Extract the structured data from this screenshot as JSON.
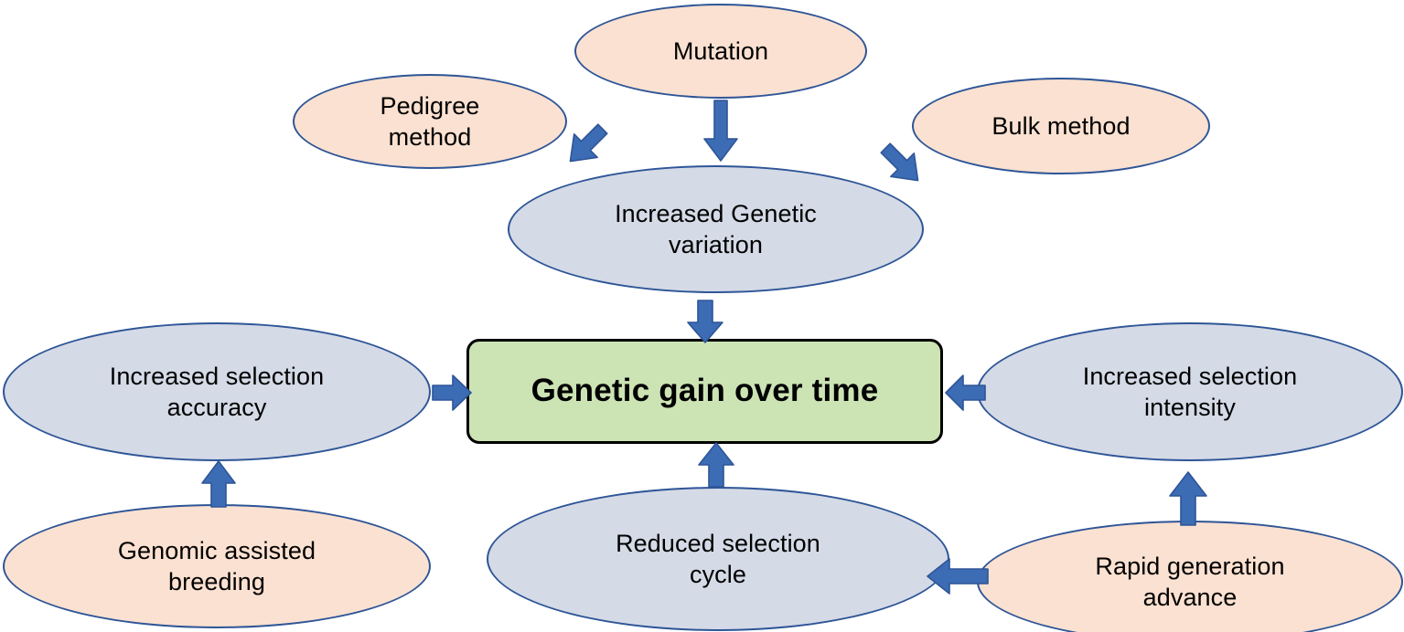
{
  "diagram": {
    "title": "Genetic gain over time",
    "colors": {
      "peach_fill": "#FBE1D1",
      "blue_gray_fill": "#D4DAE6",
      "green_fill": "#CCE3B4",
      "ellipse_border": "#2E5597",
      "box_border": "#000000",
      "arrow_fill": "#3C6CB4",
      "arrow_stroke": "#2E5597",
      "background": "#FFFFFF"
    },
    "nodes": [
      {
        "id": "mutation",
        "label": "Mutation",
        "shape": "ellipse",
        "fill": "peach"
      },
      {
        "id": "pedigree-method",
        "label": "Pedigree\nmethod",
        "shape": "ellipse",
        "fill": "peach"
      },
      {
        "id": "bulk-method",
        "label": "Bulk method",
        "shape": "ellipse",
        "fill": "peach"
      },
      {
        "id": "increased-genetic-variation",
        "label": "Increased Genetic\nvariation",
        "shape": "ellipse",
        "fill": "blue-gray"
      },
      {
        "id": "genetic-gain-over-time",
        "label": "Genetic gain over time",
        "shape": "rounded-rectangle",
        "fill": "green"
      },
      {
        "id": "increased-selection-accuracy",
        "label": "Increased selection\naccuracy",
        "shape": "ellipse",
        "fill": "blue-gray"
      },
      {
        "id": "increased-selection-intensity",
        "label": "Increased selection\nintensity",
        "shape": "ellipse",
        "fill": "blue-gray"
      },
      {
        "id": "genomic-assisted-breeding",
        "label": "Genomic assisted\nbreeding",
        "shape": "ellipse",
        "fill": "peach"
      },
      {
        "id": "reduced-selection-cycle",
        "label": "Reduced selection\ncycle",
        "shape": "ellipse",
        "fill": "blue-gray"
      },
      {
        "id": "rapid-generation-advance",
        "label": "Rapid generation\nadvance",
        "shape": "ellipse",
        "fill": "peach"
      }
    ],
    "arrows": [
      {
        "id": "mutation-to-variation",
        "from": "mutation",
        "to": "increased-genetic-variation",
        "direction": "down"
      },
      {
        "id": "pedigree-to-variation",
        "from": "pedigree-method",
        "to": "increased-genetic-variation",
        "direction": "down-right"
      },
      {
        "id": "bulk-to-variation",
        "from": "bulk-method",
        "to": "increased-genetic-variation",
        "direction": "down-left"
      },
      {
        "id": "variation-to-gain",
        "from": "increased-genetic-variation",
        "to": "genetic-gain-over-time",
        "direction": "down"
      },
      {
        "id": "accuracy-to-gain",
        "from": "increased-selection-accuracy",
        "to": "genetic-gain-over-time",
        "direction": "right"
      },
      {
        "id": "intensity-to-gain",
        "from": "increased-selection-intensity",
        "to": "genetic-gain-over-time",
        "direction": "left"
      },
      {
        "id": "cycle-to-gain",
        "from": "reduced-selection-cycle",
        "to": "genetic-gain-over-time",
        "direction": "up"
      },
      {
        "id": "breeding-to-accuracy",
        "from": "genomic-assisted-breeding",
        "to": "increased-selection-accuracy",
        "direction": "up"
      },
      {
        "id": "rapid-to-intensity",
        "from": "rapid-generation-advance",
        "to": "increased-selection-intensity",
        "direction": "up"
      },
      {
        "id": "rapid-to-cycle",
        "from": "rapid-generation-advance",
        "to": "reduced-selection-cycle",
        "direction": "left"
      }
    ]
  }
}
